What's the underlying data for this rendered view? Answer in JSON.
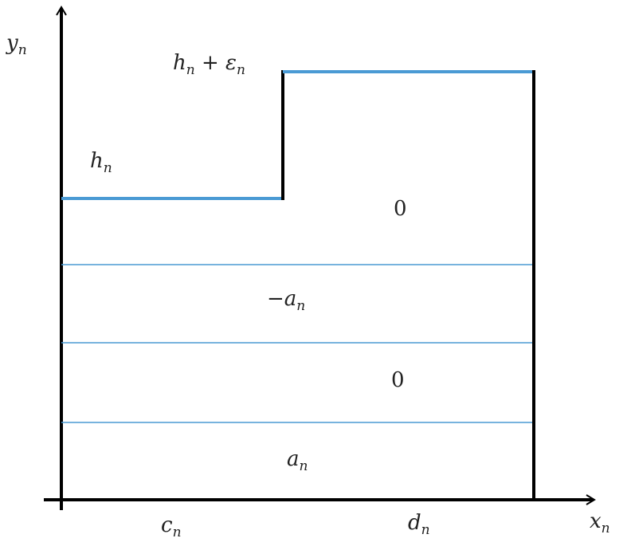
{
  "axes": {
    "y_label": "y",
    "y_sub": "n",
    "x_label": "x",
    "x_sub": "n"
  },
  "labels": {
    "top_level": {
      "main": "h",
      "sub": "n",
      "plus": " + ε",
      "sub2": "n"
    },
    "low_level": {
      "main": "h",
      "sub": "n"
    },
    "region_top": "0",
    "region_neg": {
      "minus": "−a",
      "sub": "n"
    },
    "region_mid": "0",
    "region_bottom": {
      "main": "a",
      "sub": "n"
    },
    "c": {
      "main": "c",
      "sub": "n"
    },
    "d": {
      "main": "d",
      "sub": "n"
    }
  },
  "colors": {
    "blue": "#4a9ad4",
    "black": "#000000"
  }
}
